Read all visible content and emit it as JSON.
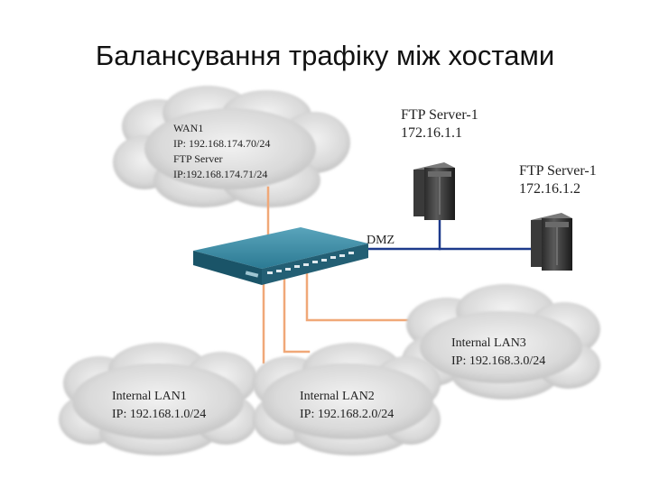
{
  "slide": {
    "title": "Балансування трафіку між хостами"
  },
  "wan_cloud": {
    "line1": "WAN1",
    "line2": "IP: 192.168.174.70/24",
    "line3": "FTP Server",
    "line4": "IP:192.168.174.71/24"
  },
  "servers": [
    {
      "name": "FTP Server-1",
      "ip": "172.16.1.1"
    },
    {
      "name": "FTP Server-1",
      "ip": "172.16.1.2"
    }
  ],
  "dmz": {
    "label": "DMZ"
  },
  "lans": [
    {
      "name": "Internal LAN1",
      "ip": "IP: 192.168.1.0/24"
    },
    {
      "name": "Internal LAN2",
      "ip": "IP: 192.168.2.0/24"
    },
    {
      "name": "Internal LAN3",
      "ip": "IP: 192.168.3.0/24"
    }
  ],
  "colors": {
    "cloud_fill": "#d6d6d6",
    "orange_link": "#f0a878",
    "dmz_link": "#1d3a8c",
    "switch_body": "#1e6b84"
  }
}
